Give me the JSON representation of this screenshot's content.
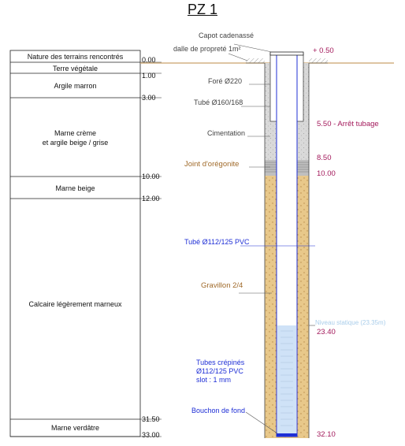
{
  "title": "PZ 1",
  "log": {
    "header": "Nature des terrains rencontrés",
    "layers": [
      {
        "name": "Terre végétale"
      },
      {
        "name": "Argile marron"
      },
      {
        "name": "Marne crème\net argile beige / grise"
      },
      {
        "name": "Marne beige"
      },
      {
        "name": "Calcaire légèrement marneux"
      },
      {
        "name": "Marne verdâtre"
      }
    ],
    "depths": [
      "0.00",
      "1.00",
      "3.00",
      "10.00",
      "12.00",
      "31.50",
      "33.00"
    ]
  },
  "well": {
    "annotations": {
      "capot": "Capot cadenassé",
      "dalle": "dalle de propreté 1m²",
      "fore": "Foré Ø220",
      "tube": "Tubé Ø160/168",
      "cimentation": "Cimentation",
      "joint": "Joint d'orégonite",
      "pvc": "Tubé Ø112/125 PVC",
      "gravillon": "Gravillon 2/4",
      "crepines_1": "Tubes crépinés",
      "crepines_2": "Ø112/125 PVC",
      "crepines_3": "slot : 1 mm",
      "bouchon": "Bouchon de fond"
    },
    "right_labels": {
      "top": "+ 0.50",
      "arret": "5.50 - Arrêt tubage",
      "d850": "8.50",
      "d1000": "10.00",
      "niveau": "Niveau statique (23.35m)",
      "d2340": "23.40",
      "bottom": "32.10"
    }
  },
  "colors": {
    "ground_line": "#caa26a",
    "gravel": "#e8c88a",
    "cement": "#d4d4d4",
    "water": "#cfe2f7",
    "magenta": "#a3195b",
    "blue": "#1f2fd6",
    "brown": "#a06a2a"
  }
}
